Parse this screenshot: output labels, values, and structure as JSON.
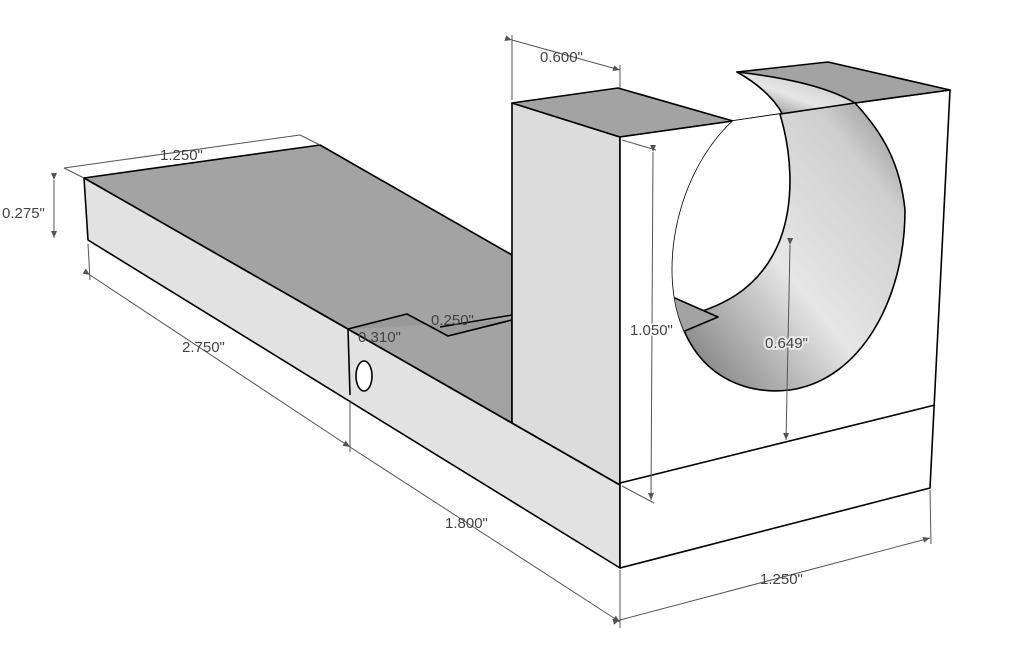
{
  "colors": {
    "top_face": "#a3a3a3",
    "front_face": "#e2e2e2",
    "side_face": "#ffffff",
    "upright_front": "#dcdcdc",
    "edge": "#000000",
    "dimension": "#555555"
  },
  "dimensions": {
    "base_width": "1.250\"",
    "base_thickness": "0.275\"",
    "base_length": "2.750\"",
    "notch_length": "0.310\"",
    "notch_width": "0.250\"",
    "upright_thickness": "0.600\"",
    "upright_height": "1.050\"",
    "bore_height": "0.649\"",
    "front_section_length": "1.800\"",
    "block_width": "1.250\""
  }
}
